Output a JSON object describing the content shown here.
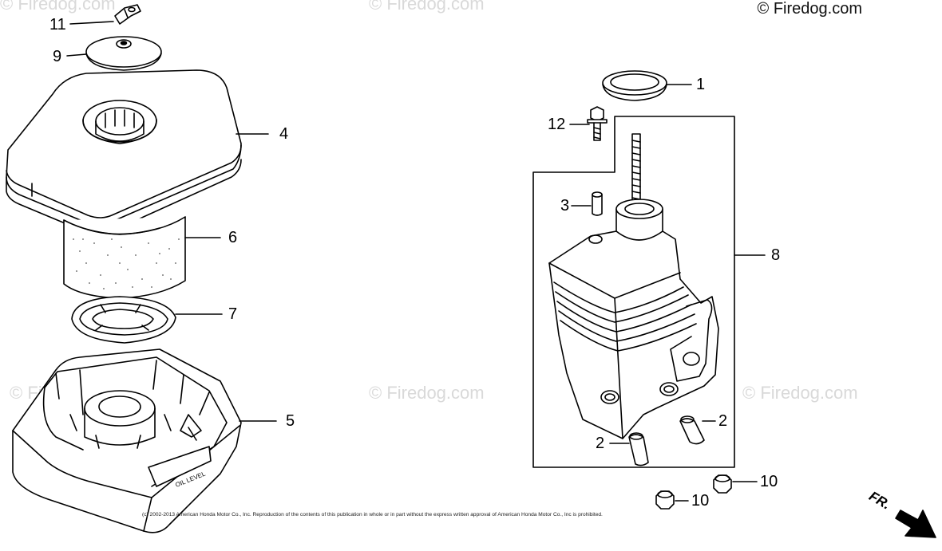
{
  "copyright_top": "© Firedog.com",
  "watermark": "© Firedog.com",
  "copyright_notice": "(c) 2002-2013 American Honda Motor Co., Inc. Reproduction of the contents of this publication in whole or in part without the express written approval of American Honda Motor Co., Inc is prohibited.",
  "direction_label": "FR.",
  "case_text": "OIL LEVEL",
  "callouts": {
    "c11": "11",
    "c9": "9",
    "c4": "4",
    "c6": "6",
    "c7": "7",
    "c5": "5",
    "c1": "1",
    "c12": "12",
    "c3": "3",
    "c8": "8",
    "c2a": "2",
    "c2b": "2",
    "c10a": "10",
    "c10b": "10"
  }
}
